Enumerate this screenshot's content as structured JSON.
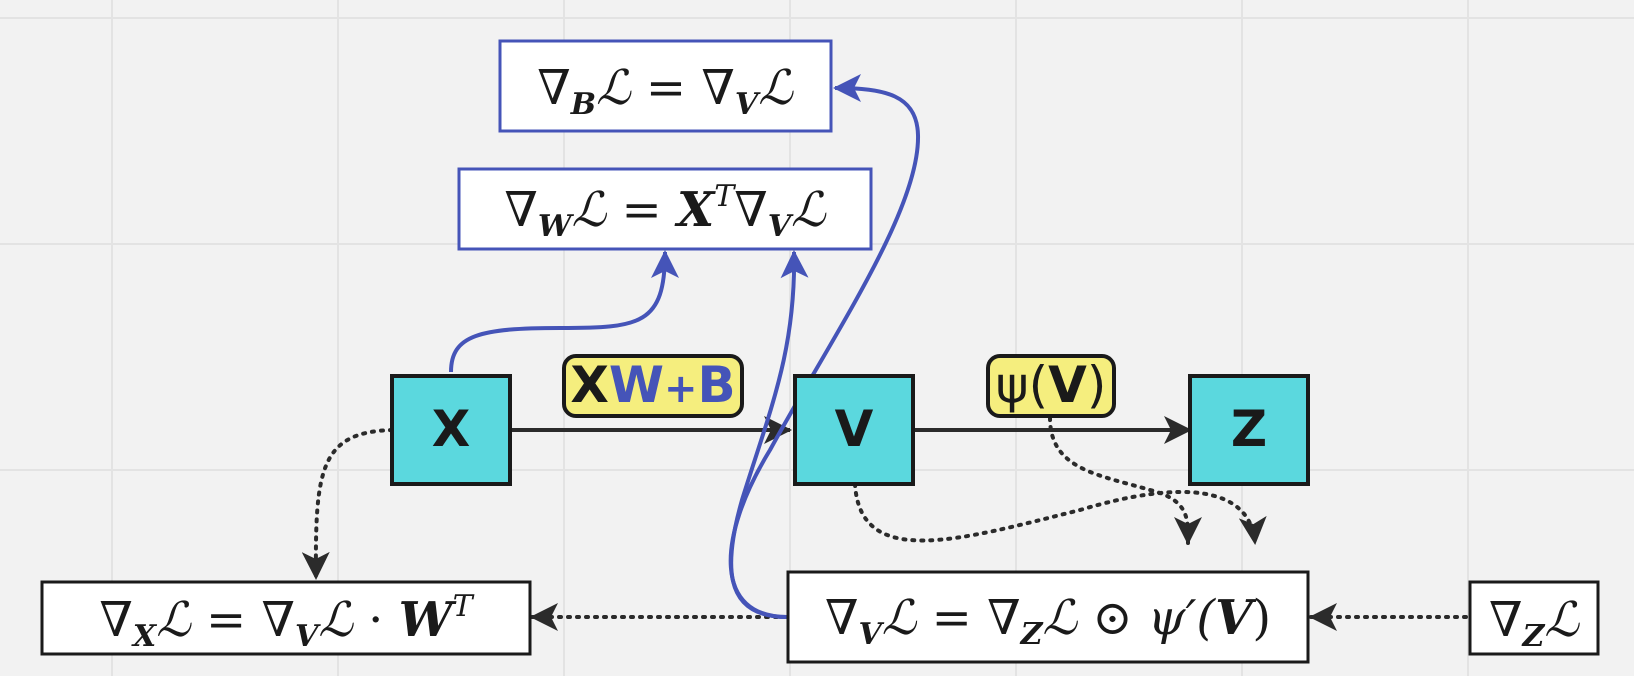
{
  "nodes": {
    "x": {
      "label": "X"
    },
    "v": {
      "label": "V"
    },
    "z": {
      "label": "Z"
    }
  },
  "edge_labels": {
    "xwb": {
      "x": "X",
      "w": "W",
      "plus": "+",
      "b": "B"
    },
    "psi": {
      "psi": "ψ(",
      "v": "V",
      "close": ")"
    }
  },
  "equations": {
    "grad_b": {
      "nabla": "∇",
      "sub_b": "B",
      "loss": "ℒ",
      "eq": " = ",
      "nabla2": "∇",
      "sub_v": "V",
      "loss2": "ℒ"
    },
    "grad_w": {
      "nabla": "∇",
      "sub_w": "W",
      "loss": "ℒ",
      "eq": " = ",
      "x": "X",
      "sup_t": "T",
      "nabla2": "∇",
      "sub_v": "V",
      "loss2": "ℒ"
    },
    "grad_x": {
      "nabla": "∇",
      "sub_x": "X",
      "loss": "ℒ",
      "eq": " = ",
      "nabla2": "∇",
      "sub_v": "V",
      "loss2": "ℒ",
      "dot": " · ",
      "w": "W",
      "sup_t": "T"
    },
    "grad_v": {
      "nabla": "∇",
      "sub_v": "V",
      "loss": "ℒ",
      "eq": " = ",
      "nabla2": "∇",
      "sub_z": "Z",
      "loss2": "ℒ",
      "odot": " ⊙ ",
      "psi": "ψ′(",
      "v": "V",
      "close": ")"
    },
    "grad_z": {
      "nabla": "∇",
      "sub_z": "Z",
      "loss": "ℒ"
    }
  },
  "colors": {
    "background": "#f2f2f2",
    "grid": "#e3e3e3",
    "node_fill": "#5bd8de",
    "label_fill": "#f5ee7e",
    "blue": "#4554b8",
    "dark": "#2b2b2b"
  }
}
